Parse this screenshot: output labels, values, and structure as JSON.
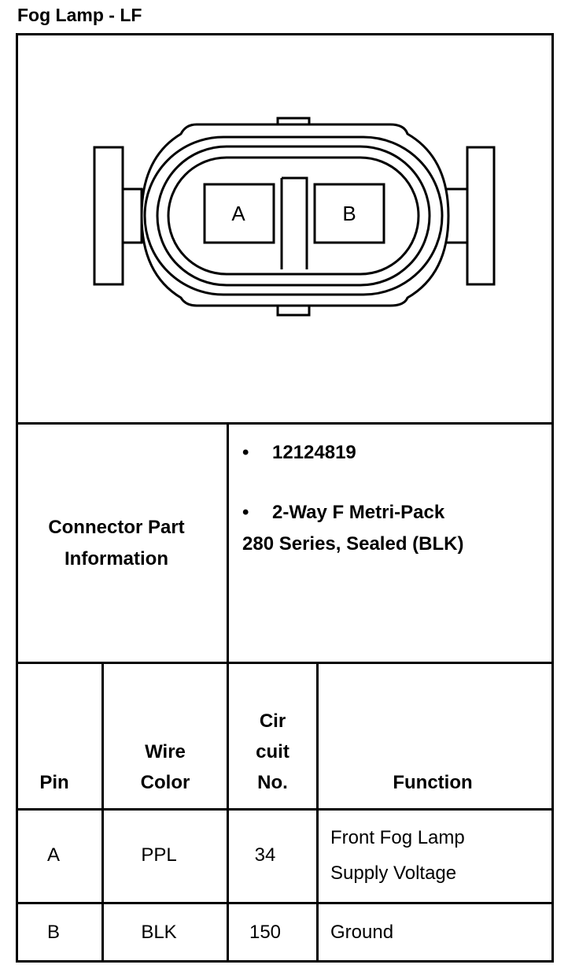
{
  "title": "Fog Lamp - LF",
  "connector": {
    "cavities": [
      "A",
      "B"
    ]
  },
  "connector_part_info": {
    "label_line1": "Connector Part",
    "label_line2": "Information",
    "bullet_glyph": "•",
    "part_number": "12124819",
    "description_line1": "2-Way F Metri-Pack",
    "description_line2": "280 Series, Sealed (BLK)"
  },
  "table": {
    "headers": {
      "pin": "Pin",
      "wire_color_line1": "Wire",
      "wire_color_line2": "Color",
      "circuit_line1": "Cir",
      "circuit_line2": "cuit",
      "circuit_line3": "No.",
      "function": "Function"
    },
    "rows": [
      {
        "pin": "A",
        "wire_color": "PPL",
        "circuit": "34",
        "function_line1": "Front Fog Lamp",
        "function_line2": "Supply Voltage"
      },
      {
        "pin": "B",
        "wire_color": "BLK",
        "circuit": "150",
        "function_line1": "Ground",
        "function_line2": ""
      }
    ]
  }
}
